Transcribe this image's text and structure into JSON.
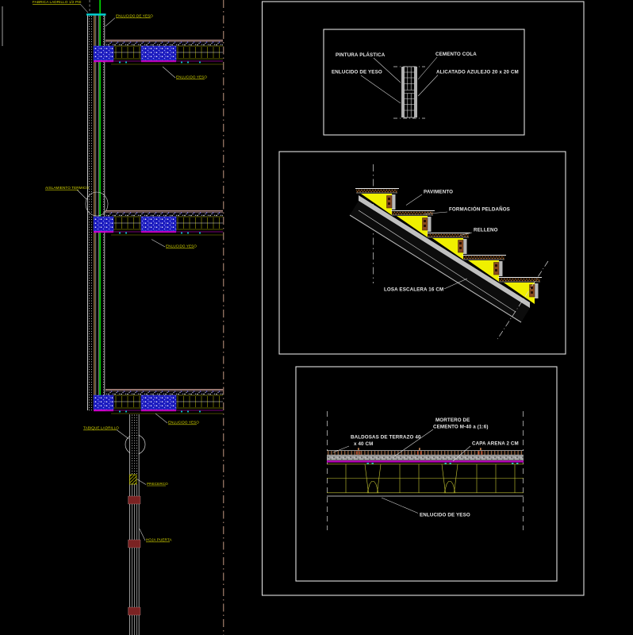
{
  "colors": {
    "background": "#000000",
    "line_white": "#e8e8e8",
    "label_yellow": "#d8d800",
    "centerline_tan": "#d8a890",
    "insulation_green": "#00c400",
    "beam_blue": "#1a1abe",
    "magenta": "#c800c8",
    "cyan": "#00c8c8",
    "slab_yellow": "#b4b400",
    "step_fill_yellow": "#f0f000",
    "riser_brown": "#8a4a1e",
    "door_maroon": "#7a2222",
    "concrete_gray": "#b0b0b0"
  },
  "wall_section": {
    "labels": [
      {
        "text": "FABRICA LADRILLO 1/2 PIE"
      },
      {
        "text": "ENLUCIDO DE YESO"
      },
      {
        "text": "ENLUCIDO YESO"
      },
      {
        "text": "AISLAMIENTO TERMICO"
      },
      {
        "text": "ENLUCIDO YESO"
      },
      {
        "text": "TABIQUE LADRILLO"
      },
      {
        "text": "ENLUCIDO YESO"
      },
      {
        "text": "PRECERCO"
      },
      {
        "text": "HOJA PUERTA"
      }
    ]
  },
  "detail_tiling": {
    "labels": {
      "pintura": "PINTURA PLÁSTICA",
      "cemento": "CEMENTO COLA",
      "enlucido": "ENLUCIDO DE YESO",
      "alicatado": "ALICATADO AZULEJO 20 x 20 CM"
    }
  },
  "detail_stairs": {
    "labels": {
      "pavimento": "PAVIMENTO",
      "formacion": "FORMACIÓN PELDAÑOS",
      "relleno": "RELLENO",
      "losa": "LOSA ESCALERA 16 CM"
    }
  },
  "detail_floor": {
    "labels": {
      "mortero_l1": "MORTERO DE",
      "mortero_l2": "CEMENTO M-40 a (1:6)",
      "baldosas_l1": "BALDOSAS DE TERRAZO 40",
      "baldosas_l2": "x 40 CM",
      "arena": "CAPA ARENA 2 CM",
      "enlucido": "ENLUCIDO DE YESO"
    }
  }
}
